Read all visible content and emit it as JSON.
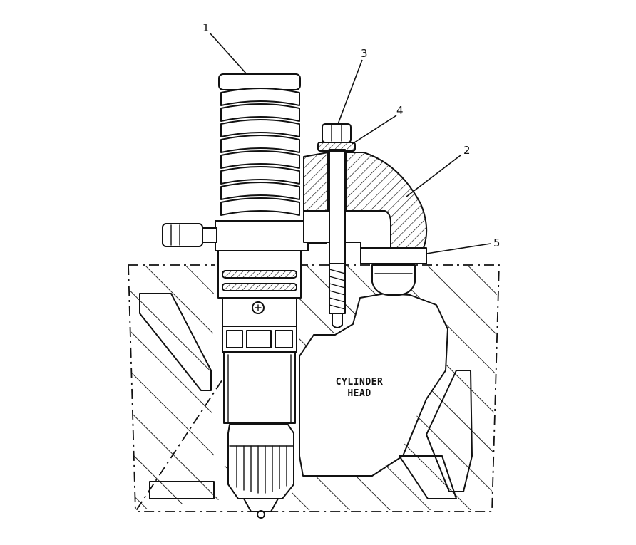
{
  "callouts": [
    {
      "id": "1",
      "text": "1"
    },
    {
      "id": "2",
      "text": "2"
    },
    {
      "id": "3",
      "text": "3"
    },
    {
      "id": "4",
      "text": "4"
    },
    {
      "id": "5",
      "text": "5"
    }
  ],
  "region_label": {
    "line1": "CYLINDER",
    "line2": "HEAD"
  }
}
